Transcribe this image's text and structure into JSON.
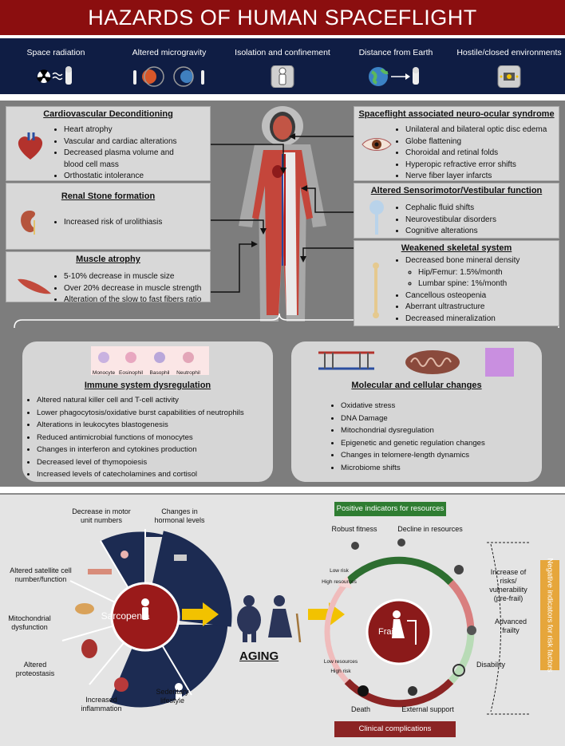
{
  "title": "HAZARDS OF HUMAN SPACEFLIGHT",
  "hazards": [
    {
      "label": "Space radiation",
      "icon": "radiation-icon"
    },
    {
      "label": "Altered microgravity",
      "icon": "planets-icon"
    },
    {
      "label": "Isolation and confinement",
      "icon": "astronaut-capsule-icon"
    },
    {
      "label": "Distance from Earth",
      "icon": "earth-icon"
    },
    {
      "label": "Hostile/closed environments",
      "icon": "closed-habitat-icon"
    }
  ],
  "boxes": {
    "cardio": {
      "title": "Cardiovascular Deconditioning",
      "items": [
        "Heart atrophy",
        "Vascular and cardiac alterations",
        "Decreased plasma volume and",
        "blood cell mass",
        "Orthostatic intolerance"
      ]
    },
    "renal": {
      "title": "Renal Stone formation",
      "items": [
        "Increased risk of urolithiasis"
      ]
    },
    "muscle": {
      "title": "Muscle atrophy",
      "items": [
        "5-10% decrease in muscle size",
        "Over 20% decrease in muscle strength",
        "Alteration of the slow to fast fibers ratio"
      ]
    },
    "ocular": {
      "title": "Spaceflight associated neuro-ocular syndrome",
      "items": [
        "Unilateral and bilateral optic disc edema",
        "Globe flattening",
        "Choroidal and retinal folds",
        "Hyperopic refractive error shifts",
        "Nerve fiber layer infarcts"
      ]
    },
    "sensorimotor": {
      "title": "Altered Sensorimotor/Vestibular function",
      "items": [
        "Cephalic fluid shifts",
        "Neurovestibular disorders",
        "Cognitive alterations"
      ]
    },
    "skeletal": {
      "title": "Weakened skeletal system",
      "items": [
        "Decreased bone mineral density",
        "Hip/Femur: 1.5%/month",
        "Lumbar spine: 1%/month",
        "Cancellous osteopenia",
        "Aberrant ultrastructure",
        "Decreased mineralization"
      ]
    }
  },
  "immune": {
    "title": "Immune system dysregulation",
    "cells": [
      "Monocyte",
      "Eosinophil",
      "Basophil",
      "Neutrophil"
    ],
    "items": [
      "Altered natural killer cell and T-cell activity",
      "Lower phagocytosis/oxidative burst capabilities of neutrophils",
      "Alterations in leukocytes blastogenesis",
      "Reduced antimicrobial functions of monocytes",
      "Changes in interferon and cytokines production",
      "Decreased level of thymopoiesis",
      "Increased levels of catecholamines and cortisol"
    ]
  },
  "molecular": {
    "title": "Molecular and cellular changes",
    "items": [
      "Oxidative stress",
      "DNA Damage",
      "Mitochondrial dysregulation",
      "Epigenetic and genetic regulation changes",
      "Changes in telomere-length dynamics",
      "Microbiome shifts"
    ]
  },
  "sarcopenia": {
    "center": "Sarcopenia",
    "segments": [
      "Decrease in motor unit numbers",
      "Changes in hormonal levels",
      "Altered satellite cell number/function",
      "Mitochondrial dysfunction",
      "Altered proteostasis",
      "Increased inflammation",
      "Sedentary lifestyle"
    ]
  },
  "aging": "AGING",
  "frailty": {
    "center": "Frailty",
    "positive": "Positive indicators for resources",
    "clinical": "Clinical complications",
    "negative": "Negative indicators for risk factors",
    "stages": [
      "Robust fitness",
      "Decline in resources",
      "Increase of risks/ vulnerability (pre-frail)",
      "Advanced frailty",
      "Disability",
      "External support",
      "Death"
    ],
    "low_risk": "Low risk",
    "high_resources": "High resources",
    "low_resources": "Low resources",
    "high_risk": "High risk"
  },
  "colors": {
    "title": "#8b0e0f",
    "hazard_band": "#0f1d44",
    "panel": "#7d7d7d",
    "sarcopenia_ring": "#1c2b52",
    "positive": "#2f7d32",
    "negative": "#e6a63b",
    "clinical": "#8b2424"
  }
}
